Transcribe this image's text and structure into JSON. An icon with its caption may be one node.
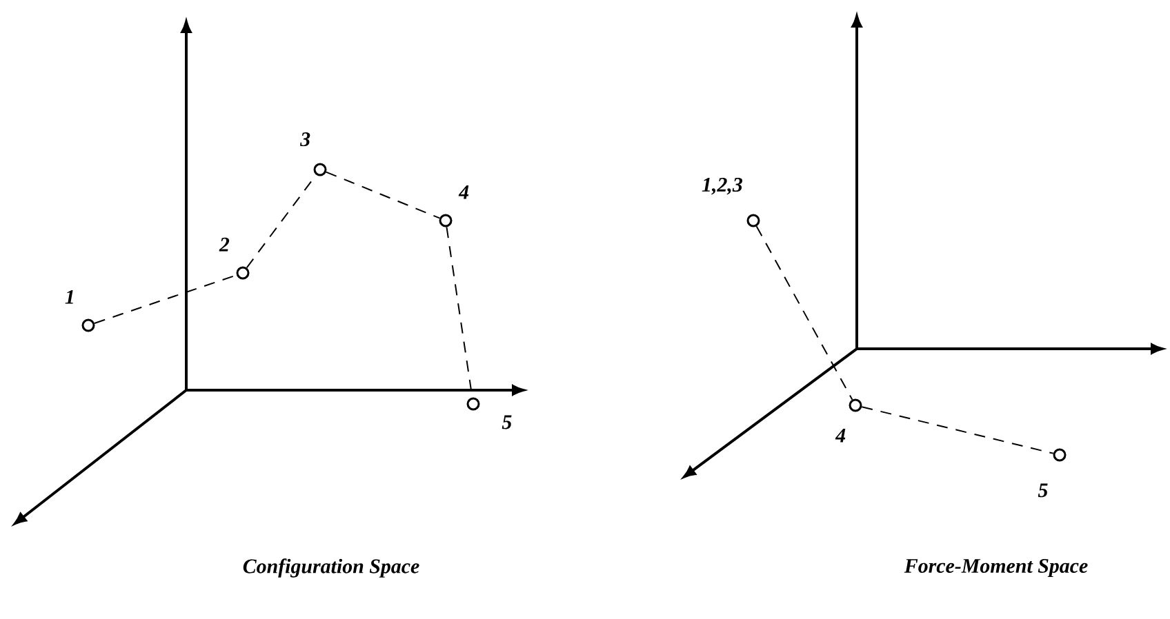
{
  "diagram": {
    "nodes": [
      {
        "text": [
          "1"
        ]
      },
      {
        "text": [
          "2"
        ]
      },
      {
        "text": [
          "3"
        ]
      },
      {
        "text": [
          "4"
        ]
      },
      {
        "text": [
          "5"
        ]
      },
      {
        "text": [
          "1,2,3"
        ]
      },
      {
        "text": [
          "4"
        ]
      },
      {
        "text": [
          "5"
        ]
      }
    ],
    "edges": [
      {
        "from": 0,
        "to": 1,
        "arrow": "none",
        "style": "dashed"
      },
      {
        "from": 1,
        "to": 2,
        "arrow": "none",
        "style": "dashed"
      },
      {
        "from": 2,
        "to": 3,
        "arrow": "none",
        "style": "dashed"
      },
      {
        "from": 3,
        "to": 4,
        "arrow": "none",
        "style": "dashed"
      },
      {
        "from": 5,
        "to": 6,
        "arrow": "none",
        "style": "dashed"
      },
      {
        "from": 6,
        "to": 7,
        "arrow": "none",
        "style": "dashed"
      }
    ],
    "labels": [
      "Configuration Space",
      "Force-Moment Space"
    ]
  }
}
